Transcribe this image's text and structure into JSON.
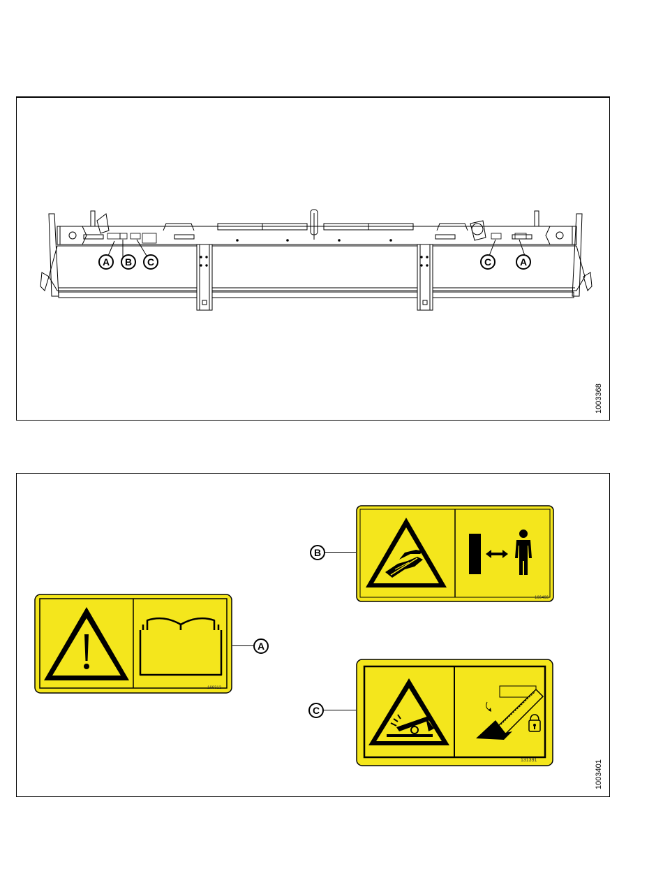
{
  "figure_top": {
    "id": "1003368",
    "callouts_left": [
      "A",
      "B",
      "C"
    ],
    "callouts_right": [
      "C",
      "A"
    ]
  },
  "figure_bottom": {
    "id": "1003401",
    "decal_a": {
      "callout": "A",
      "part_number": "166312",
      "icons": [
        "warning-exclamation-icon",
        "operators-manual-icon"
      ]
    },
    "decal_b": {
      "callout": "B",
      "part_number": "166466",
      "icons": [
        "hand-entanglement-warning-icon",
        "keep-clear-distance-icon"
      ]
    },
    "decal_c": {
      "callout": "C",
      "part_number": "131391",
      "icons": [
        "crushing-hazard-warning-icon",
        "lock-cylinder-icon"
      ]
    },
    "colors": {
      "decal_yellow": "#f4e61c",
      "border": "#000000"
    }
  }
}
